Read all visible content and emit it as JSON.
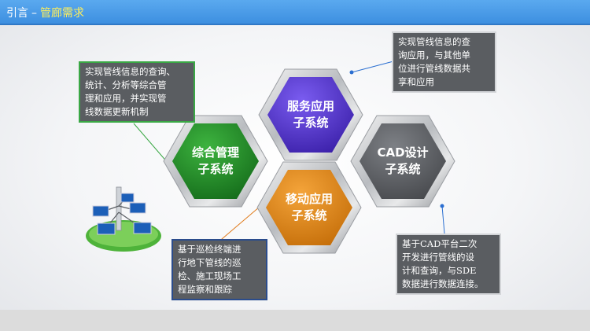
{
  "header": {
    "title": "引言",
    "dash": "–",
    "subtitle": "管廊需求",
    "bar_color": "#3d8fe0",
    "subtitle_color": "#ffef5a"
  },
  "hexagons": [
    {
      "id": "service",
      "label": "服务应用\n子系统",
      "color": "#4b2fc4"
    },
    {
      "id": "integrated",
      "label": "综合管理\n子系统",
      "color": "#1f8a24"
    },
    {
      "id": "cad",
      "label": "CAD设计\n子系统",
      "color": "#5f6164"
    },
    {
      "id": "mobile",
      "label": "移动应用\n子系统",
      "color": "#e08a14"
    }
  ],
  "callouts": {
    "integrated": "实现管线信息的查询、\n统计、分析等综合管\n理和应用，并实现管\n线数据更新机制",
    "service": "实现管线信息的查\n询应用，与其他单\n位进行管线数据共\n享和应用",
    "mobile": "基于巡检终端进\n行地下管线的巡\n检、施工现场工\n程监察和跟踪",
    "cad": "基于CAD平台二次\n开发进行管线的设\n计和查询，与SDE\n数据进行数据连接。"
  },
  "icons": {
    "network": "network-computers-icon"
  }
}
